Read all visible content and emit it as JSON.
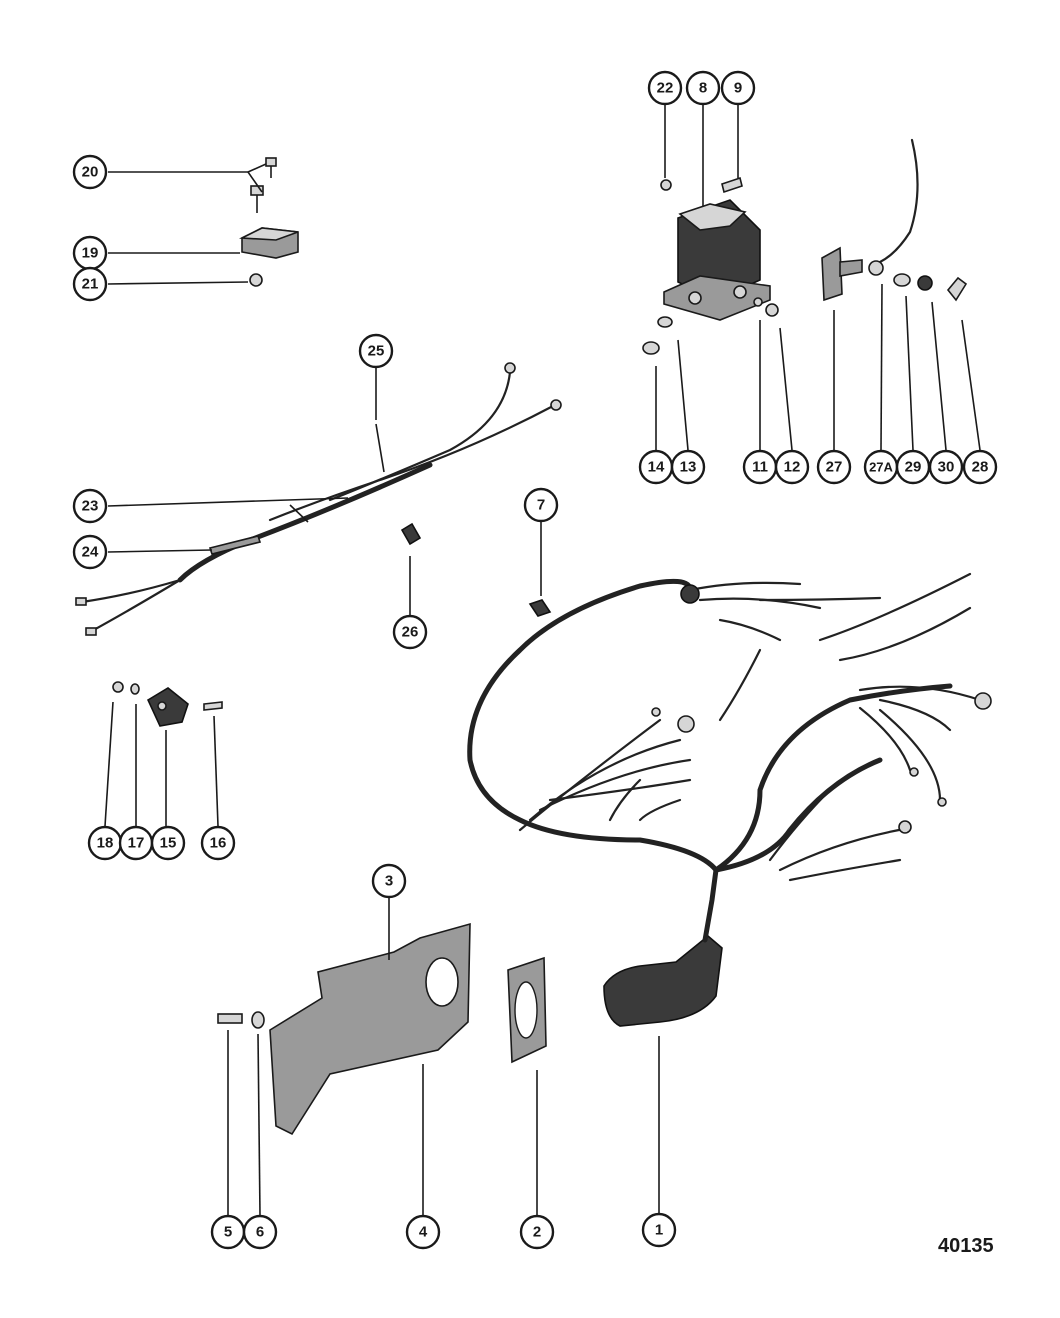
{
  "drawing_number": "40135",
  "callouts": [
    {
      "id": "c20",
      "label": "20"
    },
    {
      "id": "c19",
      "label": "19"
    },
    {
      "id": "c21",
      "label": "21"
    },
    {
      "id": "c22",
      "label": "22"
    },
    {
      "id": "c8",
      "label": "8"
    },
    {
      "id": "c9",
      "label": "9"
    },
    {
      "id": "c25",
      "label": "25"
    },
    {
      "id": "c14",
      "label": "14"
    },
    {
      "id": "c13",
      "label": "13"
    },
    {
      "id": "c11",
      "label": "11"
    },
    {
      "id": "c12",
      "label": "12"
    },
    {
      "id": "c27",
      "label": "27"
    },
    {
      "id": "c27A",
      "label": "27A"
    },
    {
      "id": "c29",
      "label": "29"
    },
    {
      "id": "c30",
      "label": "30"
    },
    {
      "id": "c28",
      "label": "28"
    },
    {
      "id": "c23",
      "label": "23"
    },
    {
      "id": "c7",
      "label": "7"
    },
    {
      "id": "c24",
      "label": "24"
    },
    {
      "id": "c26",
      "label": "26"
    },
    {
      "id": "c18",
      "label": "18"
    },
    {
      "id": "c17",
      "label": "17"
    },
    {
      "id": "c15",
      "label": "15"
    },
    {
      "id": "c16",
      "label": "16"
    },
    {
      "id": "c3",
      "label": "3"
    },
    {
      "id": "c5",
      "label": "5"
    },
    {
      "id": "c6",
      "label": "6"
    },
    {
      "id": "c4",
      "label": "4"
    },
    {
      "id": "c2",
      "label": "2"
    },
    {
      "id": "c1",
      "label": "1"
    }
  ]
}
